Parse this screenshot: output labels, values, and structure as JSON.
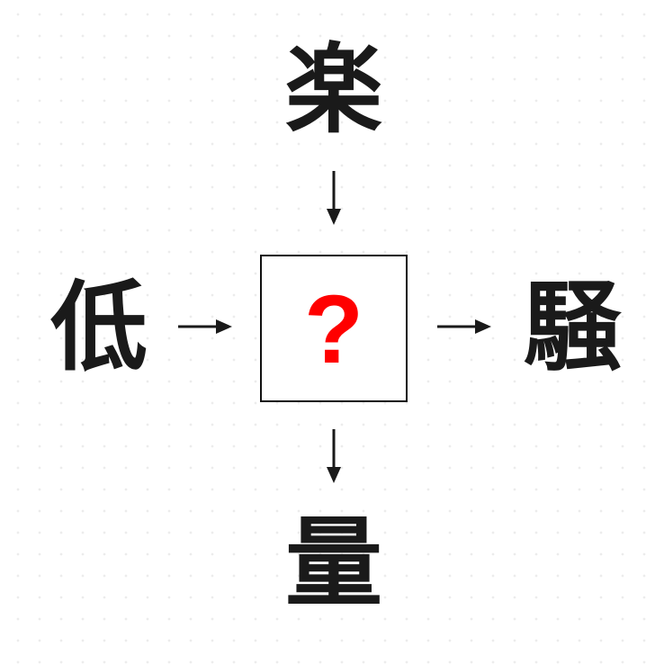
{
  "puzzle": {
    "type": "kanji-compound-puzzle",
    "top": "楽",
    "left": "低",
    "right": "騒",
    "bottom": "量",
    "center": "?"
  },
  "colors": {
    "text": "#1a1a1a",
    "box_border": "#111111",
    "question_mark": "#ff0000",
    "background": "#ffffff",
    "grid_dots": "#ececec"
  },
  "arrows": [
    {
      "from": "top",
      "direction": "down"
    },
    {
      "from": "left",
      "direction": "right"
    },
    {
      "from": "center",
      "direction": "right"
    },
    {
      "from": "center",
      "direction": "down"
    }
  ]
}
